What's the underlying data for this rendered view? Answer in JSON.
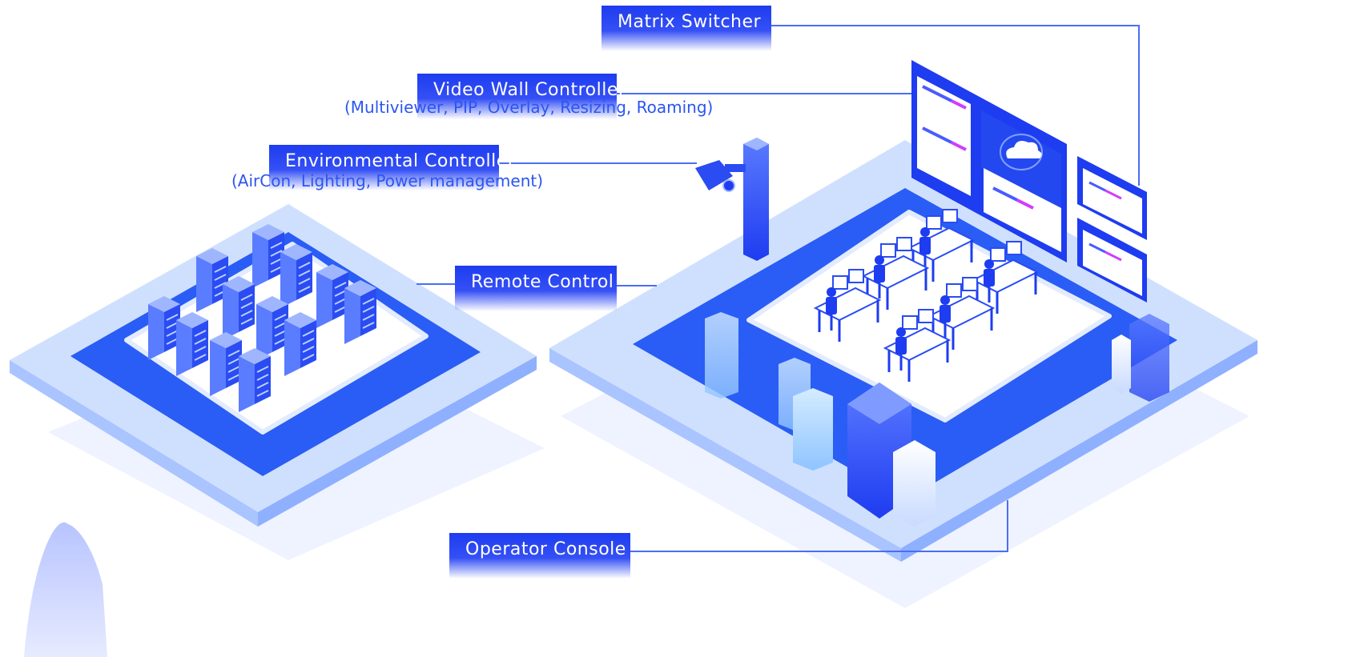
{
  "labels": {
    "matrix_switcher": "Matrix Switcher",
    "video_wall_controller": "Video Wall Controller",
    "video_wall_controller_sub": "(Multiviewer, PIP, Overlay, Resizing, Roaming)",
    "environmental_controller": "Environmental Controller",
    "environmental_controller_sub": "(AirCon, Lighting, Power management)",
    "remote_control": "Remote Control",
    "operator_console": "Operator Console"
  },
  "colors": {
    "primary": "#1e3cf0",
    "mid": "#3d6bff",
    "light": "#b9d0ff",
    "pale": "#dbe7ff",
    "connector": "#4a6ef5"
  },
  "icons": {
    "server_rack": "server-rack-icon",
    "camera": "security-camera-icon",
    "monitor": "monitor-icon",
    "cloud": "cloud-icon",
    "operator": "operator-workstation-icon"
  }
}
